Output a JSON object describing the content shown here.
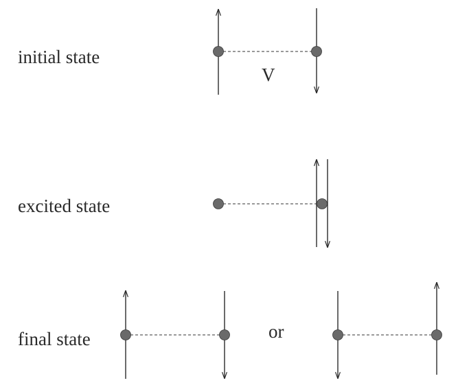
{
  "diagram": {
    "rows": [
      {
        "label": "initial state"
      },
      {
        "label": "excited state"
      },
      {
        "label": "final state"
      }
    ],
    "coupling_label": "V",
    "or_label": "or"
  }
}
